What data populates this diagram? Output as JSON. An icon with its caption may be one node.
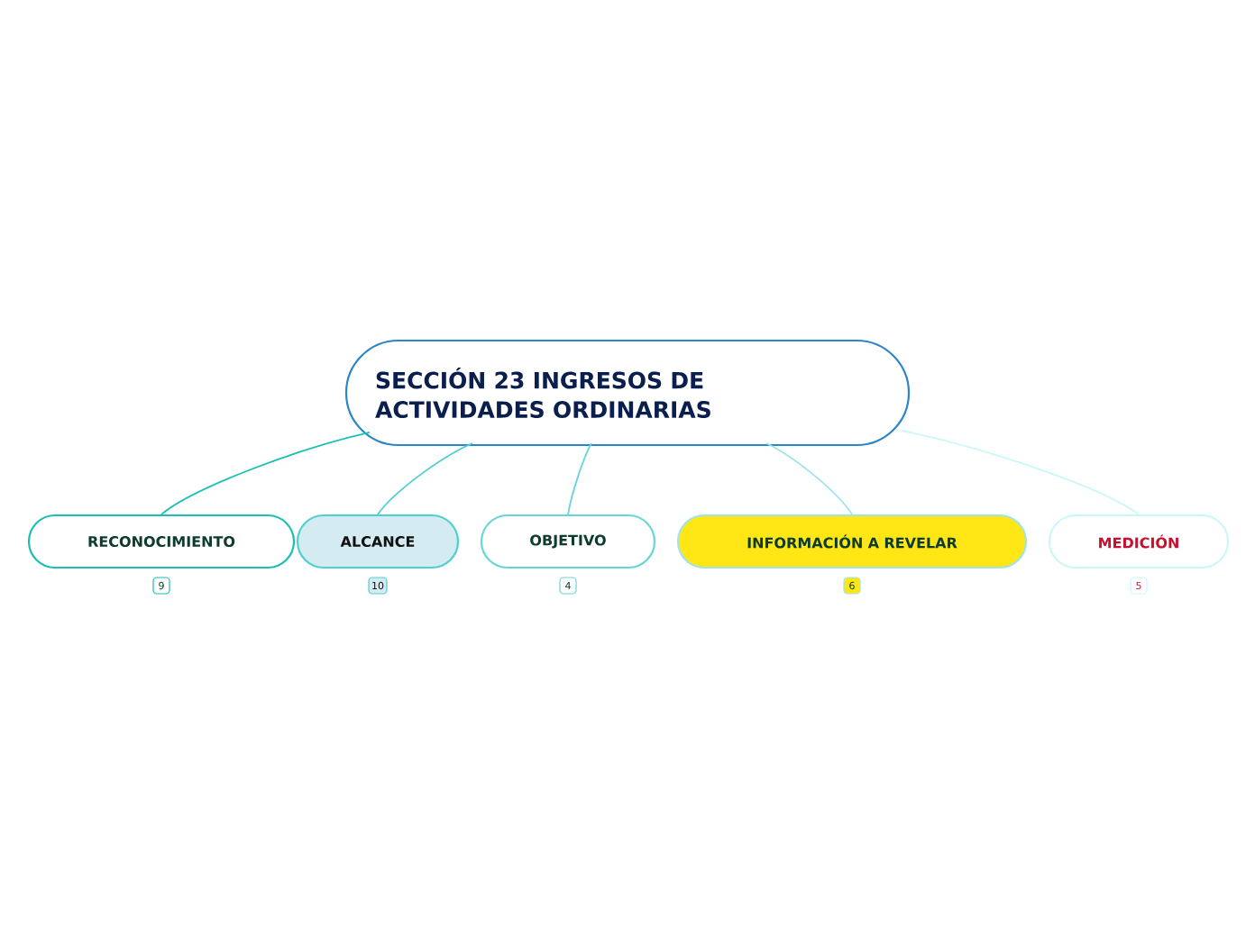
{
  "diagram": {
    "nodes": [
      {
        "text": [
          "SECCIÓN 23 INGRESOS DE ACTIVIDADES ORDINARIAS"
        ]
      },
      {
        "text": [
          "RECONOCIMIENTO"
        ],
        "beside": [
          "9"
        ]
      },
      {
        "text": [
          "ALCANCE"
        ],
        "beside": [
          "10"
        ]
      },
      {
        "text": [
          "OBJETIVO"
        ],
        "beside": [
          "4"
        ]
      },
      {
        "text": [
          "INFORMACIÓN A REVELAR"
        ],
        "beside": [
          "6"
        ]
      },
      {
        "text": [
          "MEDICIÓN"
        ],
        "beside": [
          "5"
        ]
      }
    ],
    "edges": [
      {
        "from": 0,
        "to": 1,
        "arrow": "none",
        "color": "#1bbfb4"
      },
      {
        "from": 0,
        "to": 2,
        "arrow": "none",
        "color": "#4fcfcf"
      },
      {
        "from": 0,
        "to": 3,
        "arrow": "none",
        "color": "#66d6d6"
      },
      {
        "from": 0,
        "to": 4,
        "arrow": "none",
        "color": "#a0e4ea"
      },
      {
        "from": 0,
        "to": 5,
        "arrow": "none",
        "color": "#ccf7f7"
      }
    ]
  }
}
